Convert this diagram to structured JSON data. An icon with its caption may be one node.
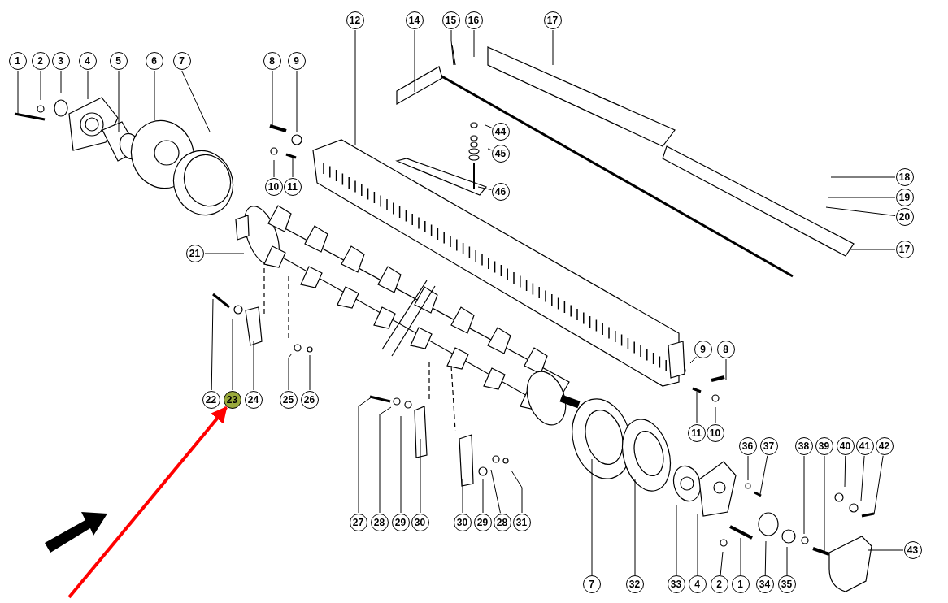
{
  "diagram": {
    "nodes": [
      {
        "text": [
          "1"
        ]
      },
      {
        "text": [
          "2"
        ]
      },
      {
        "text": [
          "3"
        ]
      },
      {
        "text": [
          "4"
        ]
      },
      {
        "text": [
          "5"
        ]
      },
      {
        "text": [
          "6"
        ]
      },
      {
        "text": [
          "7"
        ]
      },
      {
        "text": [
          "8"
        ]
      },
      {
        "text": [
          "9"
        ]
      },
      {
        "text": [
          "12"
        ]
      },
      {
        "text": [
          "14"
        ]
      },
      {
        "text": [
          "15"
        ]
      },
      {
        "text": [
          "16"
        ]
      },
      {
        "text": [
          "17"
        ]
      },
      {
        "text": [
          "44"
        ]
      },
      {
        "text": [
          "45"
        ]
      },
      {
        "text": [
          "46"
        ]
      },
      {
        "text": [
          "10"
        ]
      },
      {
        "text": [
          "11"
        ]
      },
      {
        "text": [
          "18"
        ]
      },
      {
        "text": [
          "19"
        ]
      },
      {
        "text": [
          "20"
        ]
      },
      {
        "text": [
          "17"
        ]
      },
      {
        "text": [
          "21"
        ]
      },
      {
        "text": [
          "22"
        ]
      },
      {
        "text": [
          "23"
        ]
      },
      {
        "text": [
          "24"
        ]
      },
      {
        "text": [
          "25"
        ]
      },
      {
        "text": [
          "26"
        ]
      },
      {
        "text": [
          "9"
        ]
      },
      {
        "text": [
          "8"
        ]
      },
      {
        "text": [
          "11"
        ]
      },
      {
        "text": [
          "10"
        ]
      },
      {
        "text": [
          "36"
        ]
      },
      {
        "text": [
          "37"
        ]
      },
      {
        "text": [
          "38"
        ]
      },
      {
        "text": [
          "39"
        ]
      },
      {
        "text": [
          "40"
        ]
      },
      {
        "text": [
          "41"
        ]
      },
      {
        "text": [
          "42"
        ]
      },
      {
        "text": [
          "27"
        ]
      },
      {
        "text": [
          "28"
        ]
      },
      {
        "text": [
          "29"
        ]
      },
      {
        "text": [
          "30"
        ]
      },
      {
        "text": [
          "30"
        ]
      },
      {
        "text": [
          "29"
        ]
      },
      {
        "text": [
          "28"
        ]
      },
      {
        "text": [
          "31"
        ]
      },
      {
        "text": [
          "43"
        ]
      },
      {
        "text": [
          "7"
        ]
      },
      {
        "text": [
          "32"
        ]
      },
      {
        "text": [
          "33"
        ]
      },
      {
        "text": [
          "4"
        ]
      },
      {
        "text": [
          "2"
        ]
      },
      {
        "text": [
          "1"
        ]
      },
      {
        "text": [
          "34"
        ]
      },
      {
        "text": [
          "35"
        ]
      }
    ],
    "edges": [
      {
        "from": 0,
        "to": null,
        "arrow": "none"
      },
      {
        "from": 1,
        "to": null,
        "arrow": "none"
      },
      {
        "from": 2,
        "to": null,
        "arrow": "none"
      },
      {
        "from": 3,
        "to": null,
        "arrow": "none"
      },
      {
        "from": 4,
        "to": null,
        "arrow": "none"
      },
      {
        "from": 5,
        "to": null,
        "arrow": "none"
      },
      {
        "from": 6,
        "to": null,
        "arrow": "none"
      },
      {
        "from": 7,
        "to": null,
        "arrow": "none"
      },
      {
        "from": 8,
        "to": null,
        "arrow": "none"
      },
      {
        "from": 9,
        "to": null,
        "arrow": "none"
      },
      {
        "from": 10,
        "to": null,
        "arrow": "none"
      },
      {
        "from": 11,
        "to": null,
        "arrow": "none"
      },
      {
        "from": 12,
        "to": null,
        "arrow": "none"
      },
      {
        "from": 13,
        "to": null,
        "arrow": "none"
      },
      {
        "from": 14,
        "to": null,
        "arrow": "none"
      },
      {
        "from": 15,
        "to": null,
        "arrow": "none"
      },
      {
        "from": 16,
        "to": null,
        "arrow": "none"
      },
      {
        "from": 17,
        "to": null,
        "arrow": "none"
      },
      {
        "from": 18,
        "to": null,
        "arrow": "none"
      },
      {
        "from": 19,
        "to": null,
        "arrow": "none"
      },
      {
        "from": 20,
        "to": null,
        "arrow": "none"
      },
      {
        "from": 21,
        "to": null,
        "arrow": "none"
      },
      {
        "from": 22,
        "to": null,
        "arrow": "none"
      },
      {
        "from": 23,
        "to": null,
        "arrow": "none"
      },
      {
        "from": 24,
        "to": null,
        "arrow": "none"
      },
      {
        "from": 25,
        "to": null,
        "arrow": "none"
      },
      {
        "from": 26,
        "to": null,
        "arrow": "none"
      },
      {
        "from": 27,
        "to": null,
        "arrow": "none"
      },
      {
        "from": 28,
        "to": null,
        "arrow": "none"
      },
      {
        "from": 29,
        "to": null,
        "arrow": "none"
      },
      {
        "from": 30,
        "to": null,
        "arrow": "none"
      },
      {
        "from": 31,
        "to": null,
        "arrow": "none"
      },
      {
        "from": 32,
        "to": null,
        "arrow": "none"
      },
      {
        "from": 33,
        "to": null,
        "arrow": "none"
      },
      {
        "from": 34,
        "to": null,
        "arrow": "none"
      },
      {
        "from": 35,
        "to": null,
        "arrow": "none"
      },
      {
        "from": 36,
        "to": null,
        "arrow": "none"
      },
      {
        "from": 37,
        "to": null,
        "arrow": "none"
      },
      {
        "from": 38,
        "to": null,
        "arrow": "none"
      },
      {
        "from": 39,
        "to": null,
        "arrow": "none"
      },
      {
        "from": 40,
        "to": null,
        "arrow": "none"
      },
      {
        "from": 41,
        "to": null,
        "arrow": "none"
      },
      {
        "from": 42,
        "to": null,
        "arrow": "none"
      },
      {
        "from": 43,
        "to": null,
        "arrow": "none"
      },
      {
        "from": 44,
        "to": null,
        "arrow": "none"
      },
      {
        "from": 45,
        "to": null,
        "arrow": "none"
      },
      {
        "from": 46,
        "to": null,
        "arrow": "none"
      },
      {
        "from": 47,
        "to": null,
        "arrow": "none"
      },
      {
        "from": 48,
        "to": null,
        "arrow": "none"
      },
      {
        "from": 49,
        "to": null,
        "arrow": "none"
      },
      {
        "from": 50,
        "to": null,
        "arrow": "none"
      },
      {
        "from": 51,
        "to": null,
        "arrow": "none"
      },
      {
        "from": 52,
        "to": null,
        "arrow": "none"
      },
      {
        "from": 53,
        "to": null,
        "arrow": "none"
      },
      {
        "from": 54,
        "to": null,
        "arrow": "none"
      },
      {
        "from": 55,
        "to": null,
        "arrow": "none"
      },
      {
        "from": 56,
        "to": null,
        "arrow": "none"
      },
      {
        "from": null,
        "to": 25,
        "arrow": "to",
        "color": "#ff0000",
        "style": "thick"
      }
    ]
  }
}
